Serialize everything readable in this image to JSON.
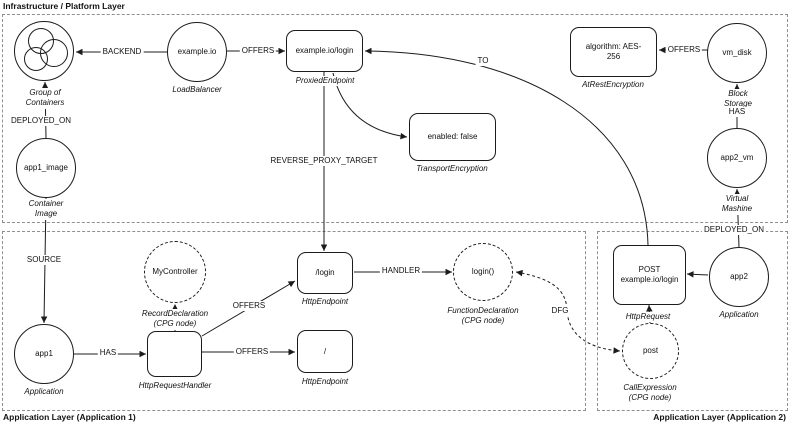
{
  "diagram": {
    "layers": {
      "infrastructure": {
        "title": "Infrastructure / Platform Layer"
      },
      "application1": {
        "title": "Application Layer (Application 1)"
      },
      "application2": {
        "title": "Application Layer (Application 2)"
      }
    },
    "nodes": {
      "group_of_containers": {
        "text": "",
        "type_label": "Group of\nContainers"
      },
      "example_io": {
        "text": "example.io",
        "type_label": "LoadBalancer"
      },
      "example_io_login": {
        "text": "example.io/login",
        "type_label": "ProxiedEndpoint"
      },
      "at_rest_encryption": {
        "text": "algorithm: AES-\n256",
        "type_label": "AtRestEncryption"
      },
      "vm_disk": {
        "text": "vm_disk",
        "type_label": "Block Storage"
      },
      "app2_vm": {
        "text": "app2_vm",
        "type_label": "Virtual\nMashine"
      },
      "transport_encryption": {
        "text": "enabled: false",
        "type_label": "TransportEncryption"
      },
      "app1_image": {
        "text": "app1_image",
        "type_label": "Container\nImage"
      },
      "app1": {
        "text": "app1",
        "type_label": "Application"
      },
      "my_controller": {
        "text": "MyController",
        "type_label": "RecordDeclaration\n(CPG node)"
      },
      "http_request_handler": {
        "text": "",
        "type_label": "HttpRequestHandler"
      },
      "login_endpoint": {
        "text": "/login",
        "type_label": "HttpEndpoint"
      },
      "root_endpoint": {
        "text": "/",
        "type_label": "HttpEndpoint"
      },
      "login_function": {
        "text": "login()",
        "type_label": "FunctionDeclaration\n(CPG node)"
      },
      "post_request": {
        "text": "POST\nexample.io/login",
        "type_label": "HttpRequest"
      },
      "app2": {
        "text": "app2",
        "type_label": "Application"
      },
      "post_call": {
        "text": "post",
        "type_label": "CallExpression\n(CPG node)"
      }
    },
    "edge_labels": {
      "backend": "BACKEND",
      "offers_lb": "OFFERS",
      "to": "TO",
      "offers_disk": "OFFERS",
      "has_disk": "HAS",
      "deployed_on_vm": "DEPLOYED_ON",
      "deployed_on_containers": "DEPLOYED_ON",
      "source": "SOURCE",
      "has_handler": "HAS",
      "offers_login": "OFFERS",
      "offers_root": "OFFERS",
      "reverse_proxy_target": "REVERSE_PROXY_TARGET",
      "handler": "HANDLER",
      "dfg": "DFG"
    },
    "colors": {
      "edge": "#1c1c1c",
      "layer_border": "#8f8f8f",
      "background": "#ffffff"
    }
  }
}
